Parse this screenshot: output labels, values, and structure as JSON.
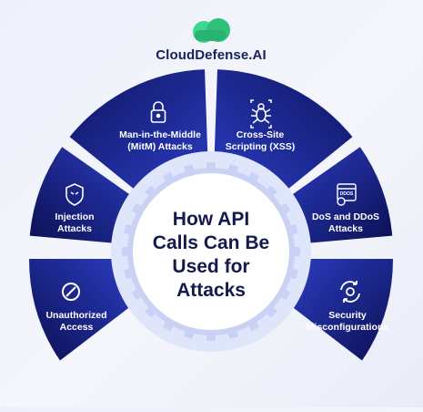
{
  "brand": {
    "name": "CloudDefense.AI",
    "logo_colors": [
      "#3fd18c",
      "#20b673"
    ]
  },
  "title": "How API\nCalls Can Be\nUsed for\nAttacks",
  "colors": {
    "segment_dark": "#0c1052",
    "segment_light": "#2637b4",
    "ring": "#dfe5fb",
    "title": "#141a4d"
  },
  "segments": [
    {
      "label": "Injection\nAttacks",
      "icon": "mask-shield-icon"
    },
    {
      "label": "Man-in-the-Middle\n(MitM) Attacks",
      "icon": "padlock-icon"
    },
    {
      "label": "Cross-Site\nScripting (XSS)",
      "icon": "bug-icon"
    },
    {
      "label": "DoS and DDoS\nAttacks",
      "icon": "ddos-window-icon"
    },
    {
      "label": "Unauthorized\nAccess",
      "icon": "blocked-circle-icon"
    },
    {
      "label": "Security\nMisconfigurations",
      "icon": "gear-cycle-icon"
    }
  ]
}
